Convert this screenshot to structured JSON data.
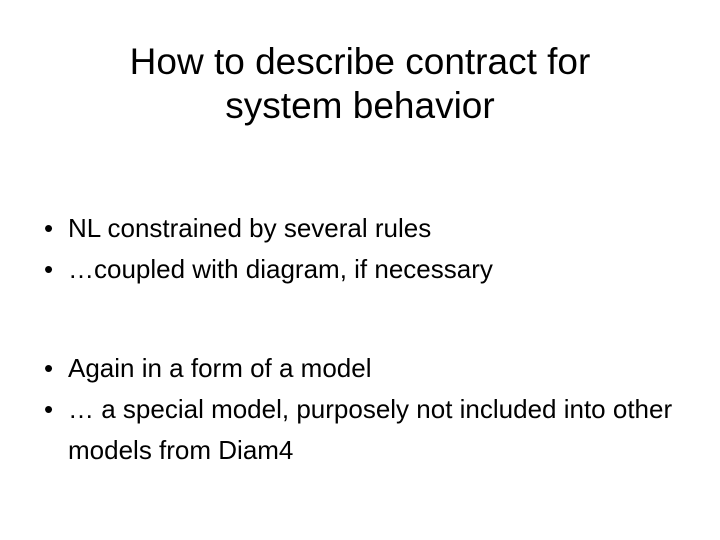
{
  "slide": {
    "background_color": "#ffffff",
    "text_color": "#000000",
    "title": {
      "line1": "How to describe contract for",
      "line2": "system behavior"
    },
    "bullet_marker": "•",
    "groups": [
      {
        "items": [
          "NL constrained by several rules",
          "…coupled with diagram, if necessary"
        ]
      },
      {
        "items": [
          "Again in a form of a model",
          "… a special model, purposely not included into other models from Diam4"
        ]
      }
    ]
  }
}
